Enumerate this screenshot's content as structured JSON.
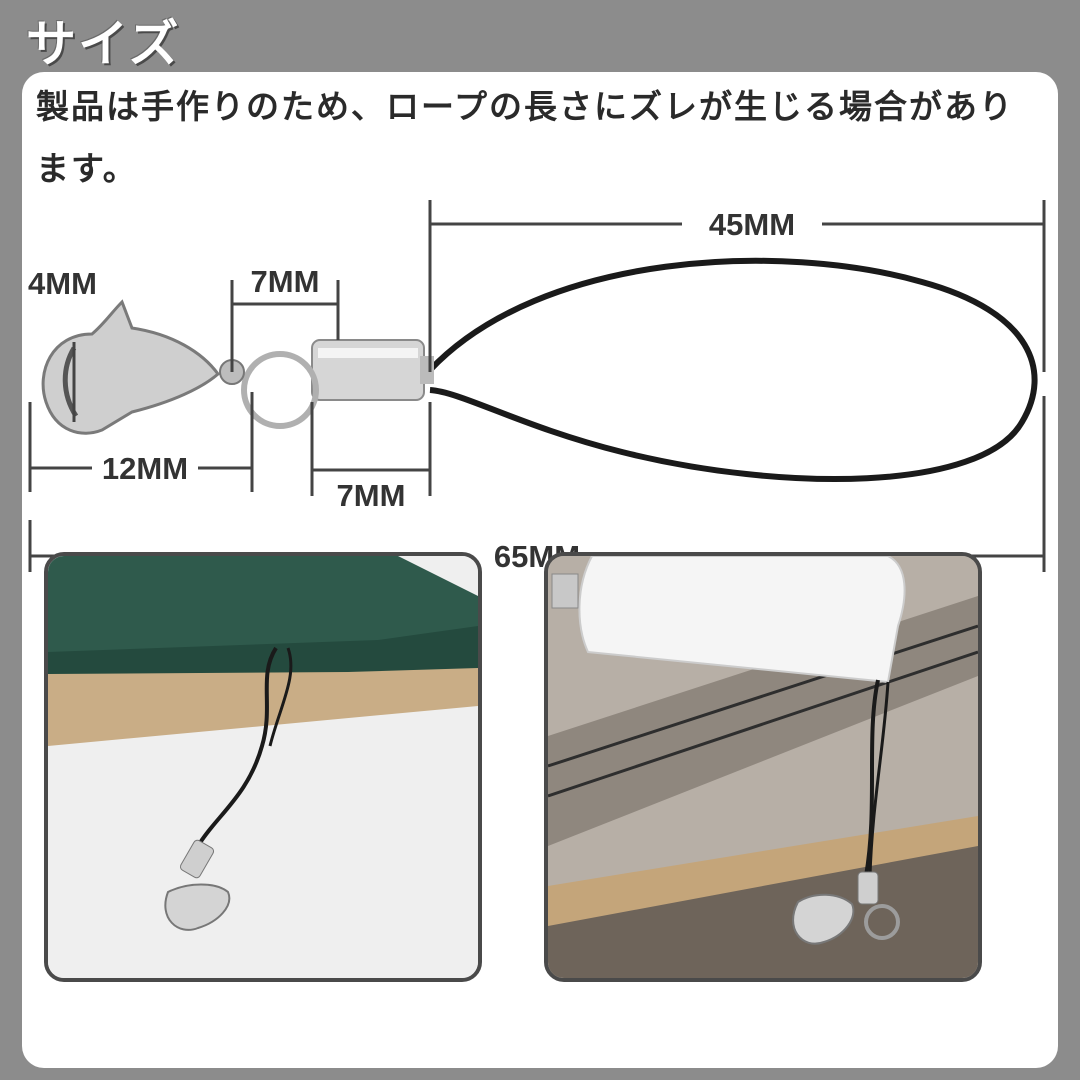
{
  "header": {
    "title": "サイズ"
  },
  "note": {
    "text": "製品は手作りのため、ロープの長さにズレが生じる場合があります。"
  },
  "dimensions": {
    "clasp_opening": "4MM",
    "ring": "7MM",
    "loop": "45MM",
    "clasp_length": "12MM",
    "tube": "7MM",
    "total": "65MM"
  },
  "colors": {
    "rope": "#1a1a1a",
    "metal": "#c8c8c8",
    "phone_case": "#2f5a4c",
    "usb_body": "#f5f5f5"
  }
}
